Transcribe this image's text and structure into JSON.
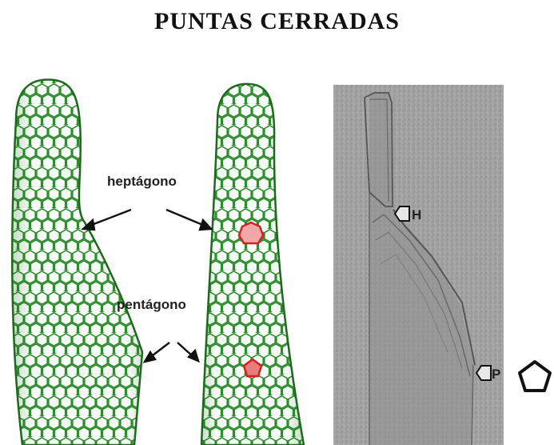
{
  "title": "PUNTAS CERRADAS",
  "labels": {
    "heptagon": "heptágono",
    "pentagon": "pentágono",
    "micrograph_h": "H",
    "micrograph_p": "P"
  },
  "colors": {
    "lattice": "#2e8b2e",
    "lattice_dark": "#1d6a1d",
    "defect_fill": "#f4a9a9",
    "defect_stroke": "#d42020",
    "micrograph_bg": "#a3a3a3"
  },
  "icons": {
    "pentagon_symbol": "pentagon-outline-icon",
    "arrow_marker": "hollow-arrow-icon"
  }
}
